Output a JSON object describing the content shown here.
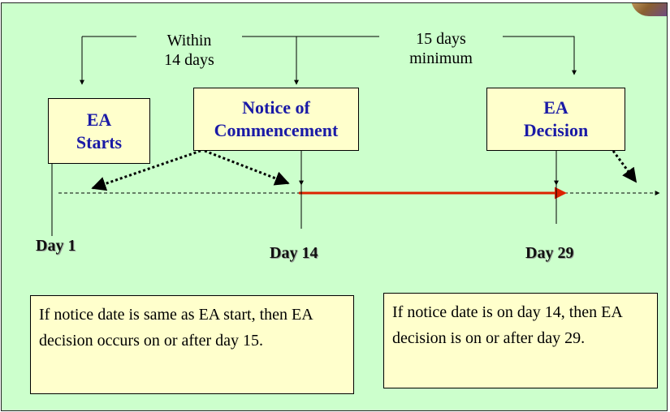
{
  "labels": {
    "within_14_days": "Within\n14 days",
    "fifteen_days_minimum": "15 days\nminimum"
  },
  "boxes": {
    "ea_starts": "EA\nStarts",
    "notice_of_commencement": "Notice of\nCommencement",
    "ea_decision": "EA\nDecision"
  },
  "days": {
    "day1": "Day 1",
    "day14": "Day 14",
    "day29": "Day 29"
  },
  "notes": {
    "left": "If notice date is same as EA start, then EA decision occurs on or after day 15.",
    "right": "If notice date is on day 14, then EA decision is on or after day 29."
  },
  "colors": {
    "background": "#ccffcc",
    "box_fill": "#ffffcc",
    "box_text": "#1a1aa6",
    "timeline_highlight": "#dd2200"
  }
}
